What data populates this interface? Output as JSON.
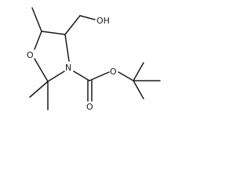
{
  "molecule": {
    "atoms": {
      "hydroxyl": "OH",
      "ring_oxygen": "O",
      "ring_nitrogen": "N",
      "carbonyl_oxygen": "O",
      "ester_oxygen": "O"
    }
  }
}
